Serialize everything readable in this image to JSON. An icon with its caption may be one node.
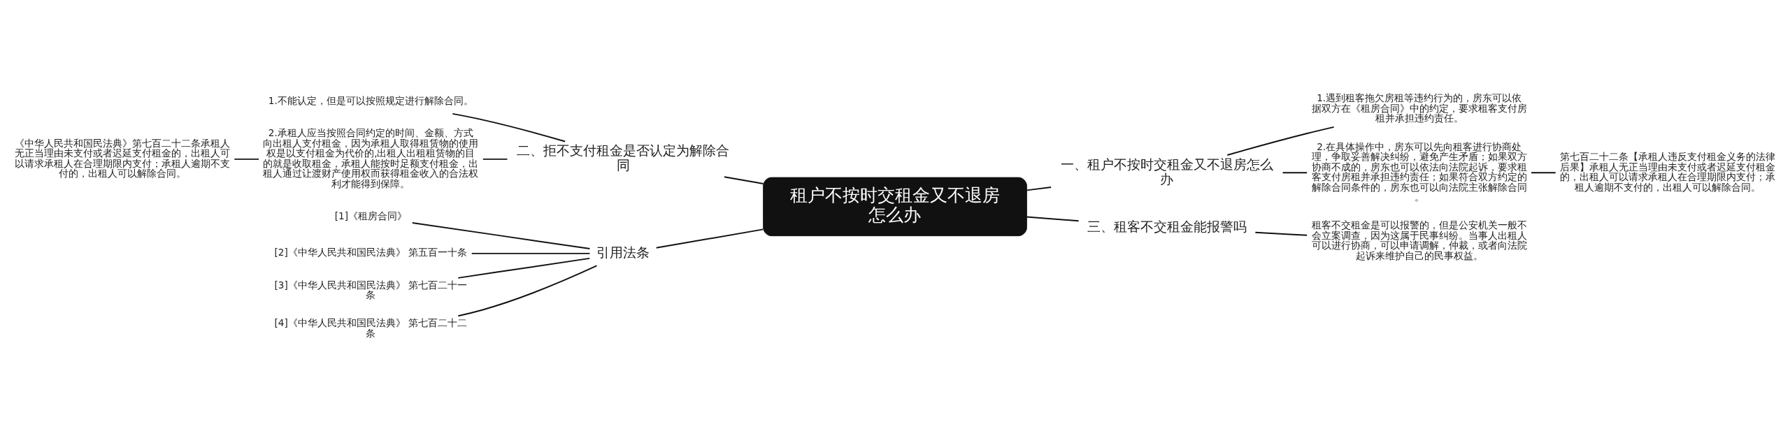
{
  "diagram": {
    "nodes": [
      {
        "text": [
          "租户不按时交租金又不退房怎么办"
        ]
      },
      {
        "text": [
          "一、租户不按时交租金又不退房怎么办"
        ]
      },
      {
        "text": [
          "1.遇到租客拖欠房租等违约行为的，房东可以依据双方在《租房合同》中的约定，要求租客支付房租并承担违约责任。"
        ]
      },
      {
        "text": [
          "2.在具体操作中，房东可以先向租客进行协商处理，争取妥善解决纠纷，避免产生矛盾；如果双方协商不成的，房东也可以依法向法院起诉，要求租客支付房租并承担违约责任；如果符合双方约定的解除合同条件的，房东也可以向法院主张解除合同。"
        ]
      },
      {
        "text": [
          "第七百二十二条【承租人违反支付租金义务的法律后果】承租人无正当理由未支付或者迟延支付租金的，出租人可以请求承租人在合理期限内支付；承租人逾期不支付的，出租人可以解除合同。"
        ]
      },
      {
        "text": [
          "三、租客不交租金能报警吗"
        ]
      },
      {
        "text": [
          "租客不交租金是可以报警的，但是公安机关一般不会立案调查，因为这属于民事纠纷。当事人出租人可以进行协商，可以申请调解，仲裁，或者向法院起诉来维护自己的民事权益。"
        ]
      },
      {
        "text": [
          "二、拒不支付租金是否认定为解除合同"
        ]
      },
      {
        "text": [
          "1.不能认定，但是可以按照规定进行解除合同。"
        ]
      },
      {
        "text": [
          "2.承租人应当按照合同约定的时间、金额、方式向出租人支付租金，因为承租人取得租赁物的使用权是以支付租金为代价的,出租人出租租赁物的目的就是收取租金，承租人能按时足额支付租金，出租人通过让渡财产使用权而获得租金收入的合法权利才能得到保障。"
        ]
      },
      {
        "text": [
          "《中华人民共和国民法典》第七百二十二条承租人无正当理由未支付或者迟延支付租金的，出租人可以请求承租人在合理期限内支付；承租人逾期不支付的，出租人可以解除合同。"
        ]
      },
      {
        "text": [
          "引用法条"
        ]
      },
      {
        "text": [
          "[1]《租房合同》"
        ]
      },
      {
        "text": [
          "[2]《中华人民共和国民法典》 第五百一十条"
        ]
      },
      {
        "text": [
          "[3]《中华人民共和国民法典》 第七百二十一条"
        ]
      },
      {
        "text": [
          "[4]《中华人民共和国民法典》 第七百二十二条"
        ]
      }
    ],
    "edges": [
      {
        "from": 0,
        "to": 1,
        "arrow": "none"
      },
      {
        "from": 1,
        "to": 2,
        "arrow": "none"
      },
      {
        "from": 1,
        "to": 3,
        "arrow": "none"
      },
      {
        "from": 3,
        "to": 4,
        "arrow": "none"
      },
      {
        "from": 0,
        "to": 5,
        "arrow": "none"
      },
      {
        "from": 5,
        "to": 6,
        "arrow": "none"
      },
      {
        "from": 0,
        "to": 7,
        "arrow": "none"
      },
      {
        "from": 7,
        "to": 8,
        "arrow": "none"
      },
      {
        "from": 7,
        "to": 9,
        "arrow": "none"
      },
      {
        "from": 9,
        "to": 10,
        "arrow": "none"
      },
      {
        "from": 0,
        "to": 11,
        "arrow": "none"
      },
      {
        "from": 11,
        "to": 12,
        "arrow": "none"
      },
      {
        "from": 11,
        "to": 13,
        "arrow": "none"
      },
      {
        "from": 11,
        "to": 14,
        "arrow": "none"
      },
      {
        "from": 11,
        "to": 15,
        "arrow": "none"
      }
    ]
  }
}
